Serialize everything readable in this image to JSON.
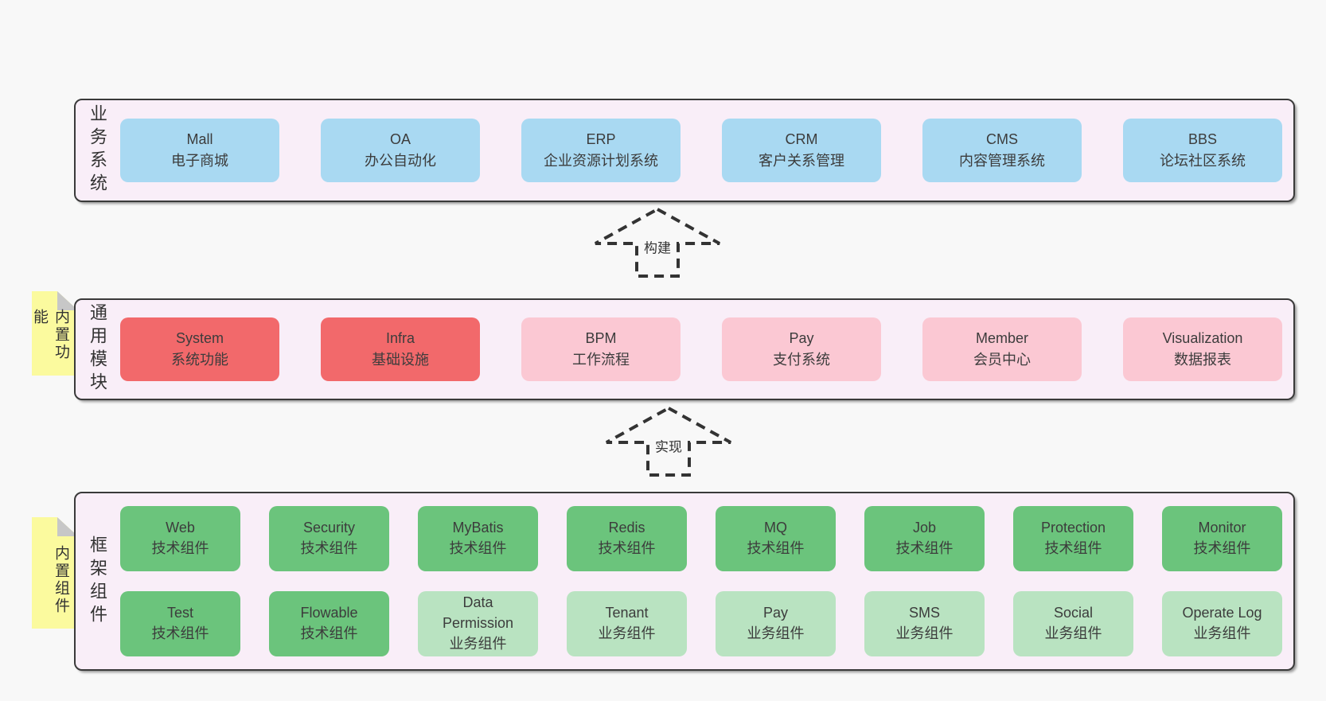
{
  "colors": {
    "page-bg": "#f8f8f8",
    "panel-bg": "#f9eef8",
    "panel-border": "#3a3a3a",
    "box-blue": "#a9d9f2",
    "box-red": "#f2696b",
    "box-pink": "#fbc8d3",
    "box-green": "#6bc47c",
    "box-lightgreen": "#b9e3c1",
    "note-yellow": "#fbfa9e",
    "fold-gray": "#c7c7c7",
    "text": "#3c3c3c",
    "arrow": "#333333"
  },
  "layers": [
    {
      "label": "业务系统",
      "boxes": [
        {
          "en": "Mall",
          "zh": "电子商城"
        },
        {
          "en": "OA",
          "zh": "办公自动化"
        },
        {
          "en": "ERP",
          "zh": "企业资源计划系统"
        },
        {
          "en": "CRM",
          "zh": "客户关系管理"
        },
        {
          "en": "CMS",
          "zh": "内容管理系统"
        },
        {
          "en": "BBS",
          "zh": "论坛社区系统"
        }
      ]
    },
    {
      "label": "通用模块",
      "note": "内置功能",
      "boxes": [
        {
          "en": "System",
          "zh": "系统功能"
        },
        {
          "en": "Infra",
          "zh": "基础设施"
        },
        {
          "en": "BPM",
          "zh": "工作流程"
        },
        {
          "en": "Pay",
          "zh": "支付系统"
        },
        {
          "en": "Member",
          "zh": "会员中心"
        },
        {
          "en": "Visualization",
          "zh": "数据报表"
        }
      ]
    },
    {
      "label": "框架组件",
      "note": "内置组件",
      "rows": [
        [
          {
            "en": "Web",
            "zh": "技术组件"
          },
          {
            "en": "Security",
            "zh": "技术组件"
          },
          {
            "en": "MyBatis",
            "zh": "技术组件"
          },
          {
            "en": "Redis",
            "zh": "技术组件"
          },
          {
            "en": "MQ",
            "zh": "技术组件"
          },
          {
            "en": "Job",
            "zh": "技术组件"
          },
          {
            "en": "Protection",
            "zh": "技术组件"
          },
          {
            "en": "Monitor",
            "zh": "技术组件"
          }
        ],
        [
          {
            "en": "Test",
            "zh": "技术组件"
          },
          {
            "en": "Flowable",
            "zh": "技术组件"
          },
          {
            "en": "Data Permission",
            "zh": "业务组件"
          },
          {
            "en": "Tenant",
            "zh": "业务组件"
          },
          {
            "en": "Pay",
            "zh": "业务组件"
          },
          {
            "en": "SMS",
            "zh": "业务组件"
          },
          {
            "en": "Social",
            "zh": "业务组件"
          },
          {
            "en": "Operate Log",
            "zh": "业务组件"
          }
        ]
      ]
    }
  ],
  "arrows": [
    {
      "label": "构建"
    },
    {
      "label": "实现"
    }
  ]
}
